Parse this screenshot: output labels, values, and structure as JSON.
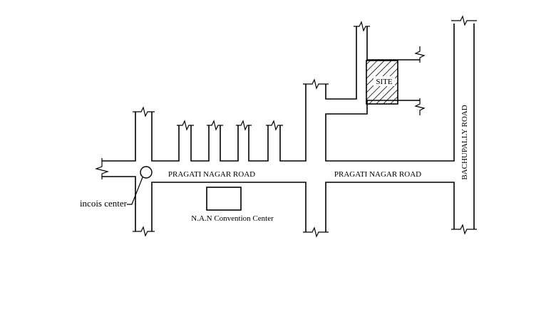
{
  "map": {
    "roads": {
      "main_west": "PRAGATI NAGAR ROAD",
      "main_east": "PRAGATI NAGAR ROAD",
      "north_south": "BACHUPALLY ROAD"
    },
    "landmarks": {
      "site": "SITE",
      "convention_center": "N.A.N Convention Center",
      "incois_center": "incois center"
    }
  }
}
